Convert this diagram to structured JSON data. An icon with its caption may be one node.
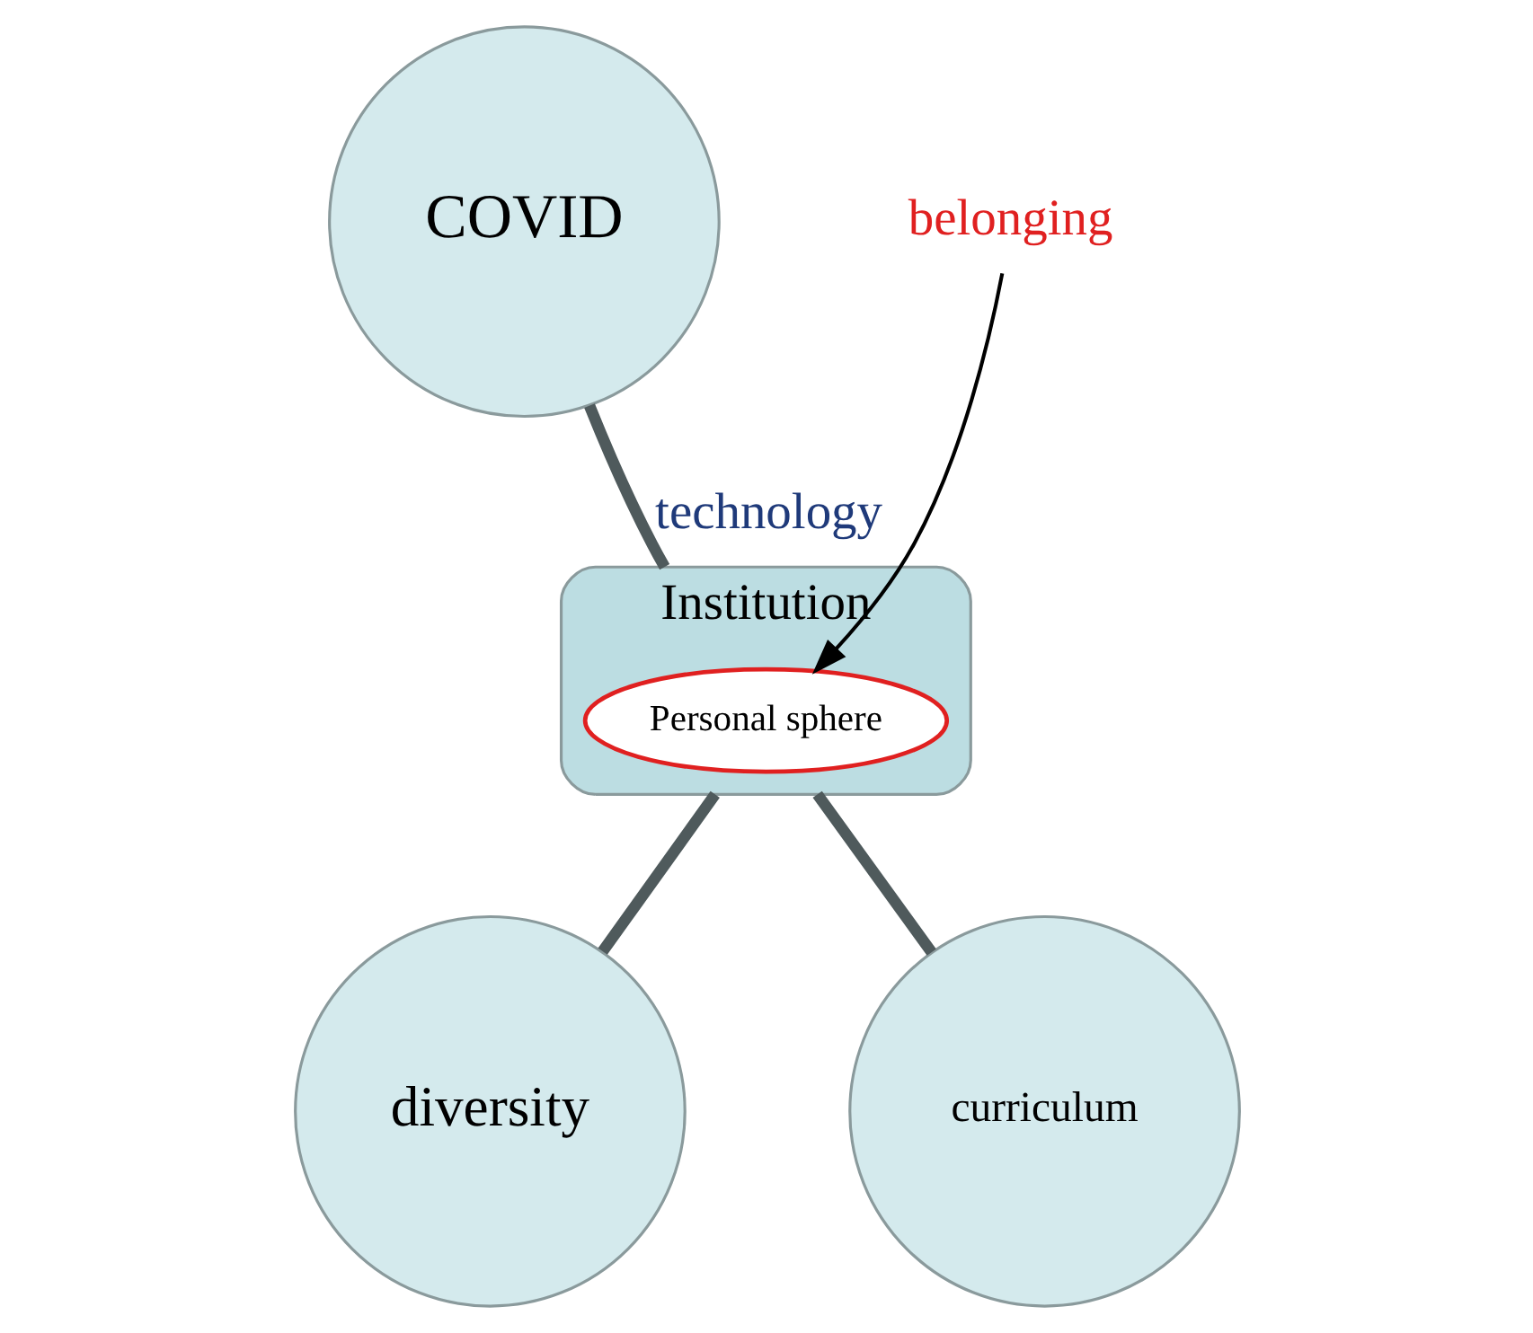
{
  "diagram": {
    "nodes": [
      {
        "text": [
          "COVID"
        ]
      },
      {
        "text": [
          "Institution"
        ]
      },
      {
        "text": [
          "Personal sphere"
        ],
        "in": 1
      },
      {
        "text": [
          "diversity"
        ]
      },
      {
        "text": [
          "curriculum"
        ]
      },
      {
        "text": [
          "belonging"
        ]
      }
    ],
    "edges": [
      {
        "from": 0,
        "to": 1,
        "arrow": "none",
        "label": "technology"
      },
      {
        "from": 1,
        "to": 3,
        "arrow": "none"
      },
      {
        "from": 1,
        "to": 4,
        "arrow": "none"
      },
      {
        "from": 5,
        "to": 2,
        "arrow": "to",
        "color": "#000000"
      }
    ]
  }
}
